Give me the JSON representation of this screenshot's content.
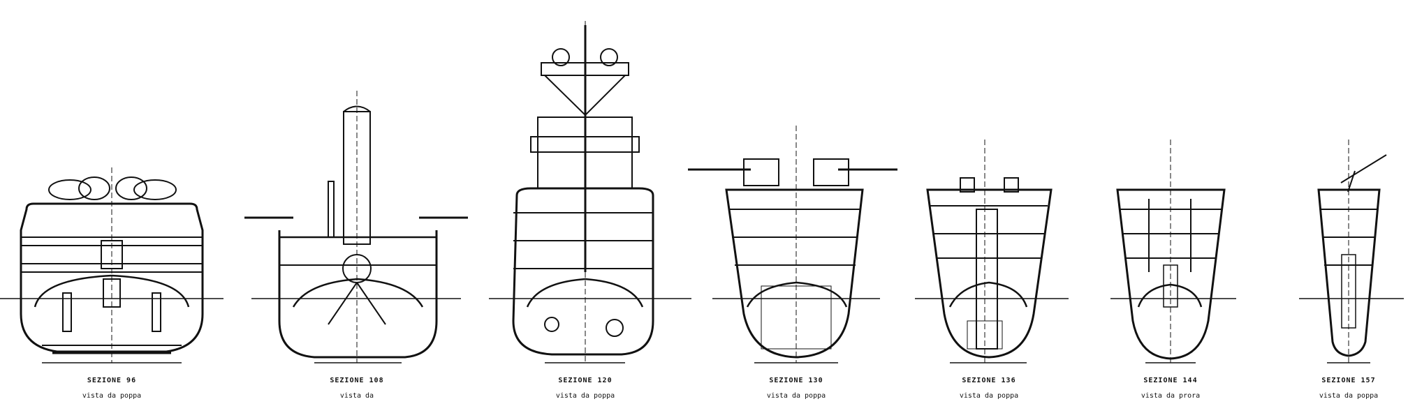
{
  "sections": [
    {
      "id": "s96",
      "title": "SEZIONE 96",
      "subtitle": "vista da poppa"
    },
    {
      "id": "s108",
      "title": "SEZIONE 108",
      "subtitle": "vista da"
    },
    {
      "id": "s120",
      "title": "SEZIONE 120",
      "subtitle": "vista da poppa"
    },
    {
      "id": "s130",
      "title": "SEZIONE 130",
      "subtitle": "vista da poppa"
    },
    {
      "id": "s136",
      "title": "SEZIONE 136",
      "subtitle": "vista da poppa"
    },
    {
      "id": "s144",
      "title": "SEZIONE 144",
      "subtitle": "vista da prora"
    },
    {
      "id": "s157",
      "title": "SEZIONE 157",
      "subtitle": "vista da poppa"
    }
  ],
  "colors": {
    "ink": "#111111",
    "paper": "#ffffff"
  }
}
